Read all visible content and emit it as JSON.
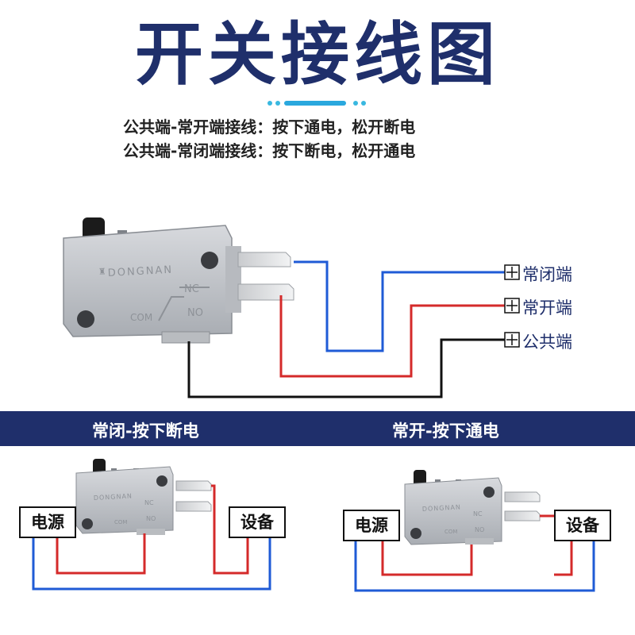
{
  "title": "开关接线图",
  "subtitle_lines": [
    "公共端-常开端接线：按下通电，松开断电",
    "公共端-常闭端接线：按下断电，松开通电"
  ],
  "switch_brand": "DONGNAN",
  "switch_markings": {
    "nc": "NC",
    "no": "NO",
    "com": "COM"
  },
  "terminals": [
    {
      "label": "常闭端",
      "wire_color": "#1f5bd6"
    },
    {
      "label": "常开端",
      "wire_color": "#d42a2a"
    },
    {
      "label": "公共端",
      "wire_color": "#111111"
    }
  ],
  "circuits": [
    {
      "heading": "常闭-按下断电",
      "source": "电源",
      "device": "设备"
    },
    {
      "heading": "常开-按下通电",
      "source": "电源",
      "device": "设备"
    }
  ],
  "colors": {
    "brand_navy": "#1f2f6b",
    "wire_blue": "#1f5bd6",
    "wire_red": "#d42a2a",
    "wire_black": "#111111"
  }
}
